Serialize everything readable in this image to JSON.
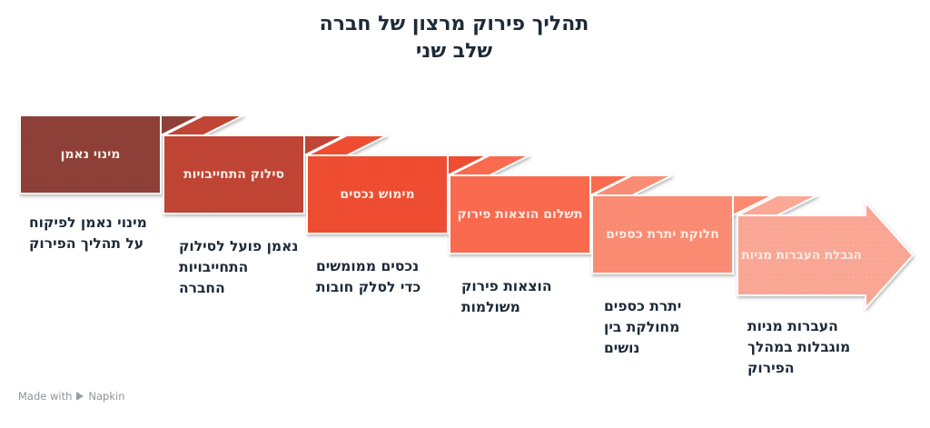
{
  "title": {
    "line1": "תהליך פירוק מרצון של חברה",
    "line2": "שלב שני"
  },
  "steps": [
    {
      "label": "מינוי נאמן",
      "caption": "מינוי נאמן לפיקוח\nעל תהליך הפירוק",
      "color": "#8e4137"
    },
    {
      "label": "סילוק התחייבויות",
      "caption": "נאמן פועל לסילוק\nהתחייבויות\nהחברה",
      "color": "#c04434"
    },
    {
      "label": "מימוש נכסים",
      "caption": "נכסים ממומשים\nכדי לסלק חובות",
      "color": "#ee4e33"
    },
    {
      "label": "תשלום הוצאות פירוק",
      "caption": "הוצאות פירוק\nמשולמות",
      "color": "#fa6a50"
    },
    {
      "label": "חלוקת יתרת כספים",
      "caption": "יתרת כספים\nמחולקת בין\nנושים",
      "color": "#fb8c73"
    },
    {
      "label": "הגבלת העברות מניות",
      "caption": "העברות מניות\nמוגבלות במהלך\nהפירוק",
      "color": "#fba795",
      "shape": "arrow"
    }
  ],
  "colors": {
    "text": "#1d2a38",
    "box_label_text": "#f6ebe3",
    "watermark": "#8f939a"
  },
  "watermark": {
    "prefix": "Made with",
    "brand": "Napkin"
  }
}
